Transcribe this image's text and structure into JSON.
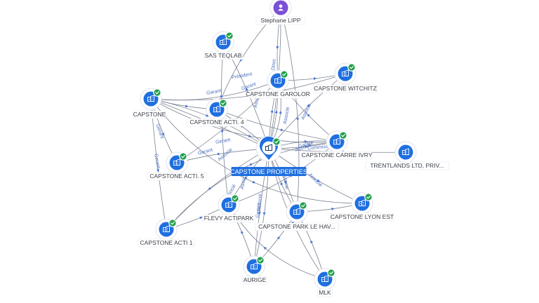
{
  "graph": {
    "center_label": "CAPSTONE PROPERTIES",
    "nodes": [
      {
        "id": "stephane",
        "label": "Stephane LIPP",
        "type": "person"
      },
      {
        "id": "sasteqlab",
        "label": "SAS TEQLAB",
        "type": "company",
        "verified": true
      },
      {
        "id": "garolor",
        "label": "CAPSTONE GAROLOR",
        "type": "company",
        "verified": true
      },
      {
        "id": "witchitz",
        "label": "CAPSTONE WITCHITZ",
        "type": "company",
        "verified": true
      },
      {
        "id": "capstone",
        "label": "CAPSTONE",
        "type": "company",
        "verified": true
      },
      {
        "id": "acti4",
        "label": "CAPSTONE ACTI. 4",
        "type": "company",
        "verified": true
      },
      {
        "id": "carreivry",
        "label": "CAPSTONE CARRE IVRY",
        "type": "company",
        "verified": true
      },
      {
        "id": "trentlands",
        "label": "TRENTLANDS LTD, PRIV...",
        "type": "company",
        "verified": false
      },
      {
        "id": "acti5",
        "label": "CAPSTONE ACTI. 5",
        "type": "company",
        "verified": true
      },
      {
        "id": "flevy",
        "label": "FLEVY ACTIPARK",
        "type": "company",
        "verified": true
      },
      {
        "id": "parklehav",
        "label": "CAPSTONE PARK LE HAV...",
        "type": "company",
        "verified": true
      },
      {
        "id": "lyonest",
        "label": "CAPSTONE LYON EST",
        "type": "company",
        "verified": true
      },
      {
        "id": "acti1",
        "label": "CAPSTONE ACTI 1",
        "type": "company",
        "verified": true
      },
      {
        "id": "aurige",
        "label": "AURIGE",
        "type": "company",
        "verified": true
      },
      {
        "id": "mlk",
        "label": "MLK",
        "type": "company",
        "verified": true
      }
    ],
    "edge_labels": [
      "Garant",
      "Associe",
      "Gerant",
      "Direc",
      "Président",
      "Commissa",
      "Associé"
    ],
    "colors": {
      "node": "#1f6fe0",
      "verified": "#21a04a",
      "person": "#7b4fd6",
      "edge": "#7b8291",
      "edge_label": "#4a6fbf"
    }
  }
}
